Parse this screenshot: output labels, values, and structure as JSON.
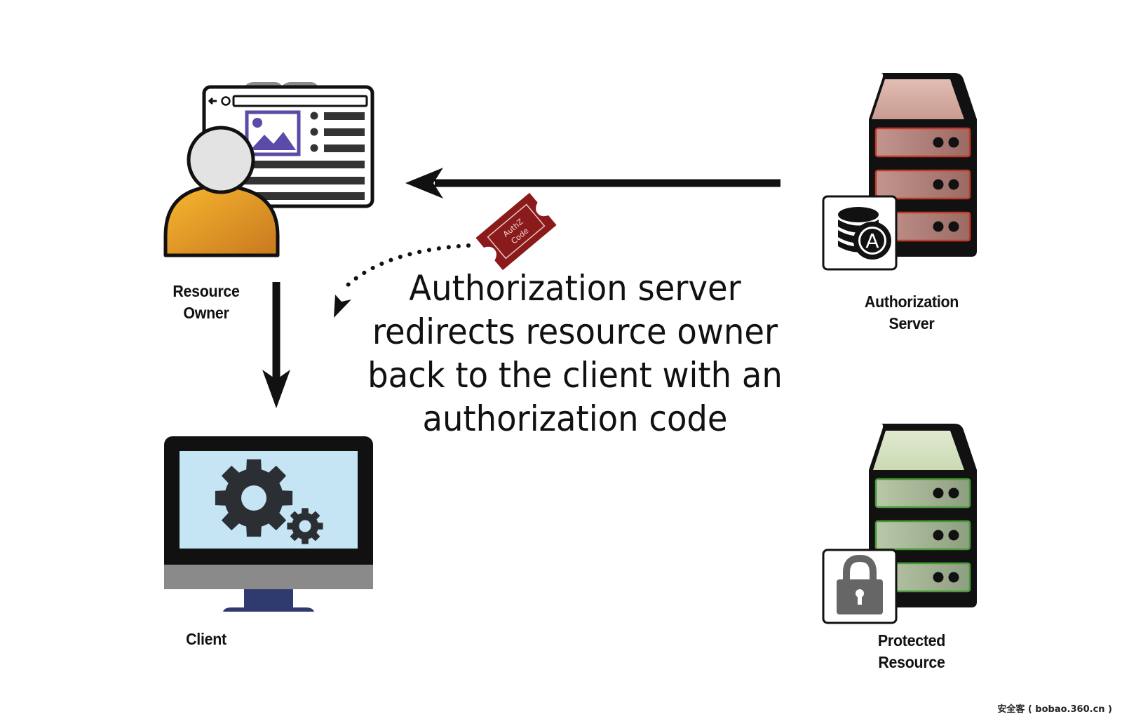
{
  "diagram": {
    "nodes": {
      "resource_owner": {
        "label_lines": [
          "Resource",
          "Owner"
        ]
      },
      "client": {
        "label_lines": [
          "Client"
        ]
      },
      "authorization_server": {
        "label_lines": [
          "Authorization",
          "Server"
        ]
      },
      "protected_resource": {
        "label_lines": [
          "Protected",
          "Resource"
        ]
      }
    },
    "caption_lines": [
      "Authorization server",
      "redirects resource owner",
      "back to the client with an",
      "authorization code"
    ],
    "ticket": {
      "label_lines": [
        "AuthZ",
        "Code"
      ]
    },
    "arrows": [
      {
        "from": "authorization_server",
        "to": "resource_owner",
        "style": "solid"
      },
      {
        "from": "resource_owner",
        "to": "client",
        "style": "solid"
      },
      {
        "from": "ticket",
        "to": "client",
        "style": "dotted"
      }
    ],
    "badges": {
      "authorization_server": "A"
    }
  },
  "watermark": "安全客 ( bobao.360.cn )",
  "colors": {
    "auth_server_top": "#d7aba1",
    "auth_server_drawer": "#a8736c",
    "auth_server_border": "#c0392b",
    "protected_top": "#d7e4c4",
    "protected_drawer": "#a3b396",
    "protected_border": "#4a9a3a",
    "person_body": "#e8a22a",
    "monitor_screen": "#c5e5f5",
    "ticket": "#8b1a1a",
    "image_icon": "#5b4aa8"
  }
}
